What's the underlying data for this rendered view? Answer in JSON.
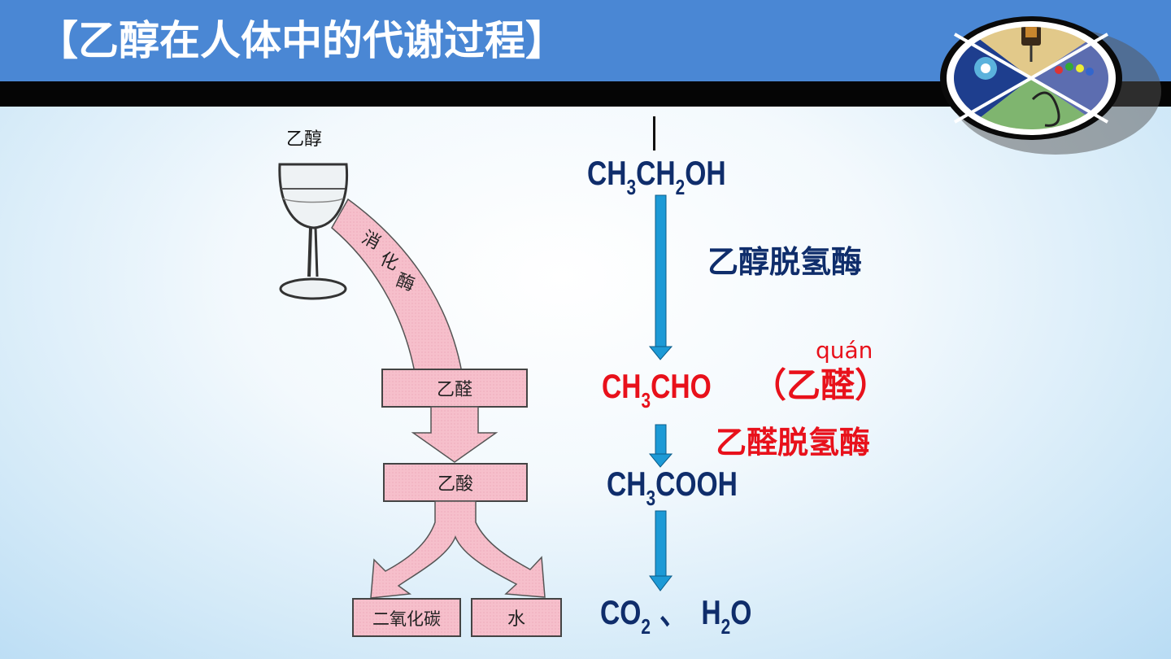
{
  "header": {
    "title": "【乙醇在人体中的代谢过程】"
  },
  "logo": {
    "icon": "medical-quadrant-logo"
  },
  "diagram": {
    "glass_label": "乙醇",
    "digest_chars": [
      "消",
      "化",
      "酶"
    ],
    "box1": "乙醛",
    "box2": "乙酸",
    "box3": "二氧化碳",
    "box4": "水"
  },
  "pathway": {
    "ethanol": {
      "p1": "CH",
      "s1": "3",
      "p2": "CH",
      "s2": "2",
      "p3": "OH"
    },
    "enzyme1": "乙醇脱氢酶",
    "acetaldehyde": {
      "p1": "CH",
      "s1": "3",
      "p2": "CHO"
    },
    "acetaldehyde_name": "（乙醛）",
    "pinyin": "quán",
    "enzyme2": "乙醛脱氢酶",
    "acetic_acid": {
      "p1": "CH",
      "s1": "3",
      "p2": "COOH"
    },
    "products": {
      "p1": "CO",
      "s1": "2",
      "sep": "、",
      "p2": "H",
      "s2": "2",
      "p3": "O"
    }
  },
  "colors": {
    "header": "#4a87d4",
    "header_bar": "#050505",
    "navy_text": "#0f2d6b",
    "red_text": "#e8111b",
    "arrow": "#1d9ad6",
    "pink_flow": "#f7c1cd"
  }
}
